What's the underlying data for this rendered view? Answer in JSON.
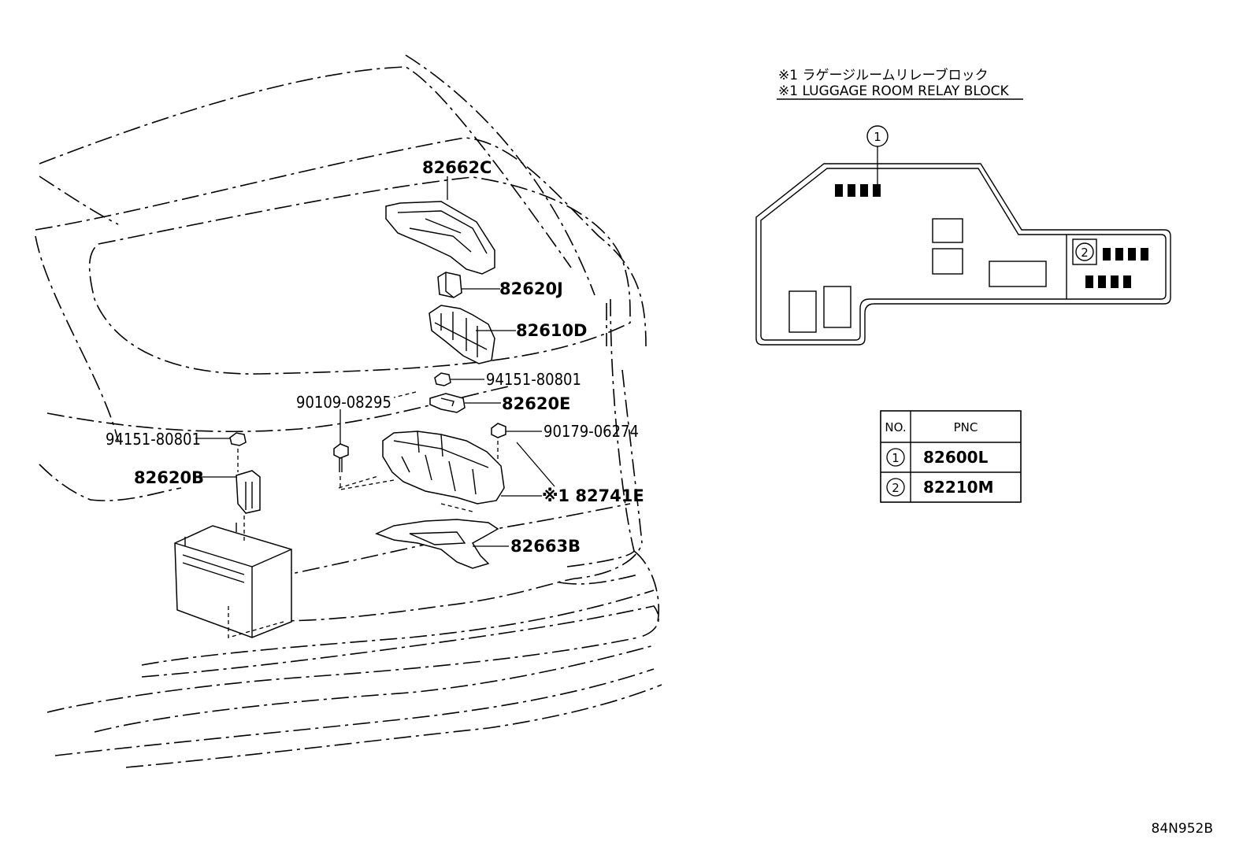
{
  "note": {
    "line_jp": "※1 ラゲージルームリレーブロック",
    "line_en": "※1 LUGGAGE ROOM RELAY BLOCK"
  },
  "callouts": {
    "c1": "1",
    "c2": "2"
  },
  "parts": {
    "p_82662C": "82662C",
    "p_82620J": "82620J",
    "p_82610D": "82610D",
    "p_94151_upper": "94151-80801",
    "p_90109": "90109-08295",
    "p_82620E": "82620E",
    "p_90179": "90179-06274",
    "p_94151_left": "94151-80801",
    "p_82620B": "82620B",
    "p_82741E": "※1 82741E",
    "p_82663B": "82663B"
  },
  "table": {
    "header_no": "NO.",
    "header_pnc": "PNC",
    "rows": [
      {
        "no": "1",
        "pnc": "82600L"
      },
      {
        "no": "2",
        "pnc": "82210M"
      }
    ]
  },
  "figure_ref": "84N952B"
}
